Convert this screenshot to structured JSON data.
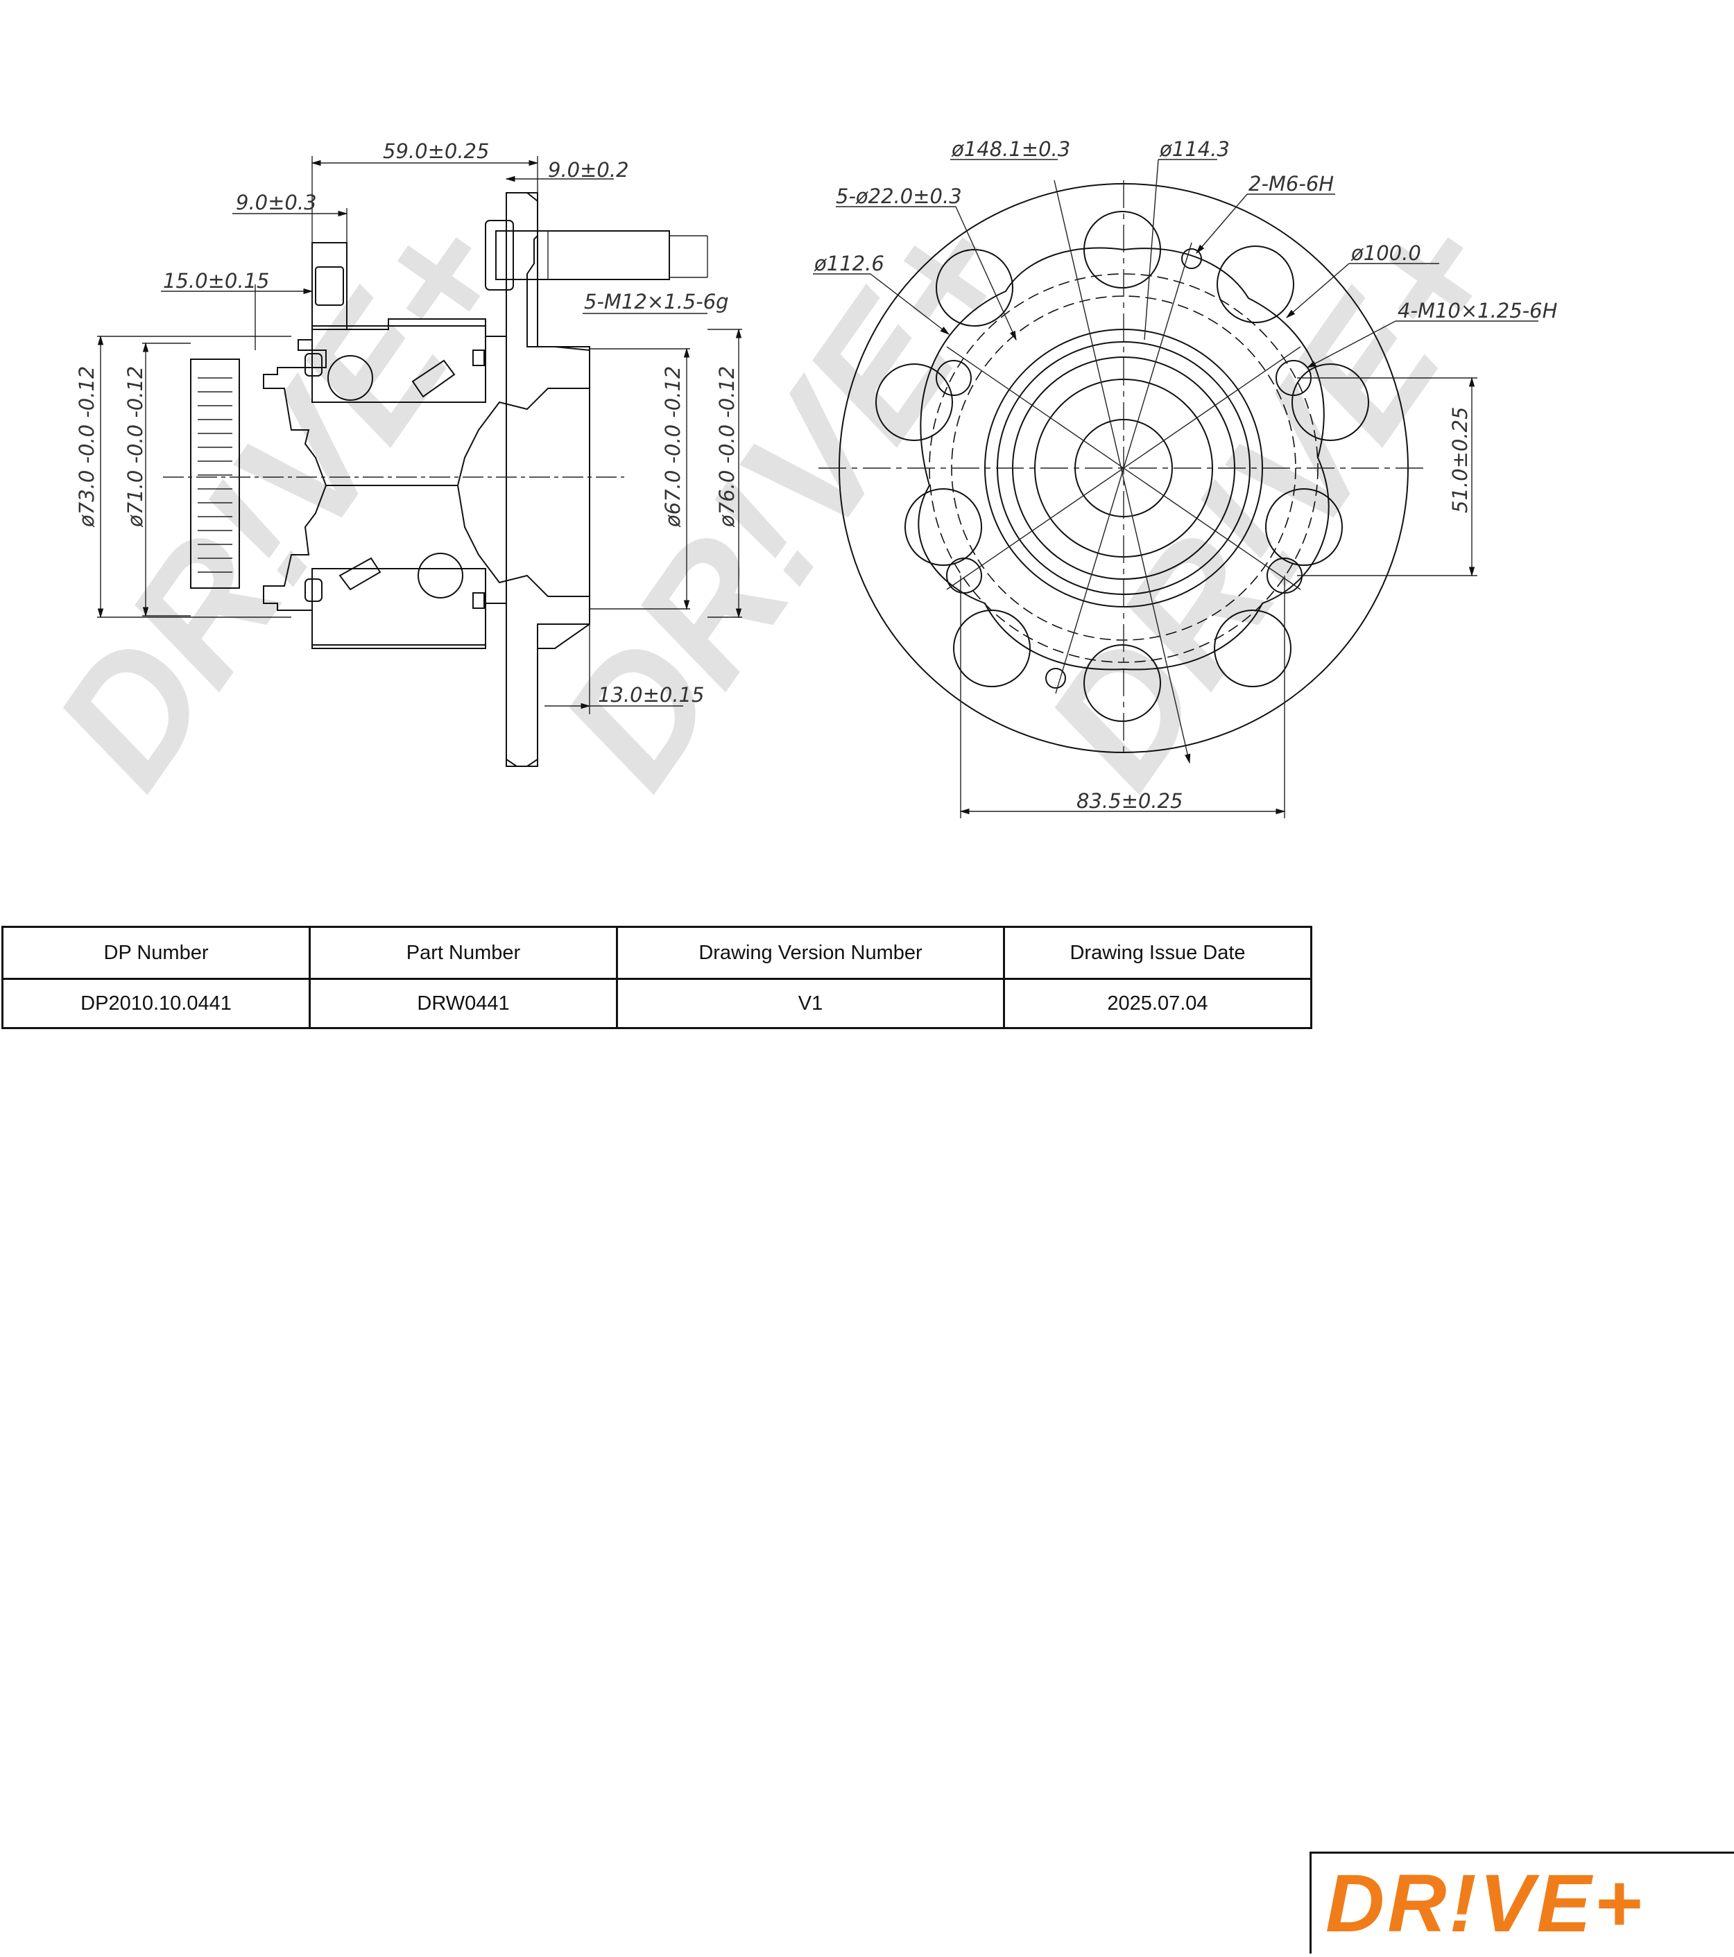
{
  "drawing": {
    "watermark_text": "DR!VE+",
    "side_view": {
      "dims": {
        "width_total": "59.0±0.25",
        "flange_thickness": "9.0±0.2",
        "sensor_width": "9.0±0.3",
        "sensor_offset": "15.0±0.15",
        "stud_thread": "5-M12×1.5-6g",
        "d73": "ø73.0 -0.0 -0.12",
        "d71": "ø71.0 -0.0 -0.12",
        "d67": "ø67.0 -0.0 -0.12",
        "d76": "ø76.0 -0.0 -0.12",
        "flange_offset": "13.0±0.15"
      }
    },
    "front_view": {
      "dims": {
        "d148": "ø148.1±0.3",
        "d114": "ø114.3",
        "m6": "2-M6-6H",
        "d22": "5-ø22.0±0.3",
        "d112": "ø112.6",
        "d100": "ø100.0",
        "m10": "4-M10×1.25-6H",
        "d51": "51.0±0.25",
        "d83": "83.5±0.25"
      }
    }
  },
  "title_block": {
    "headers": [
      "DP Number",
      "Part Number",
      "Drawing Version Number",
      "Drawing Issue Date"
    ],
    "values": [
      "DP2010.10.0441",
      "DRW0441",
      "V1",
      "2025.07.04"
    ],
    "logo_text": "DR!VE+",
    "logo_color": "#f07d1a"
  }
}
